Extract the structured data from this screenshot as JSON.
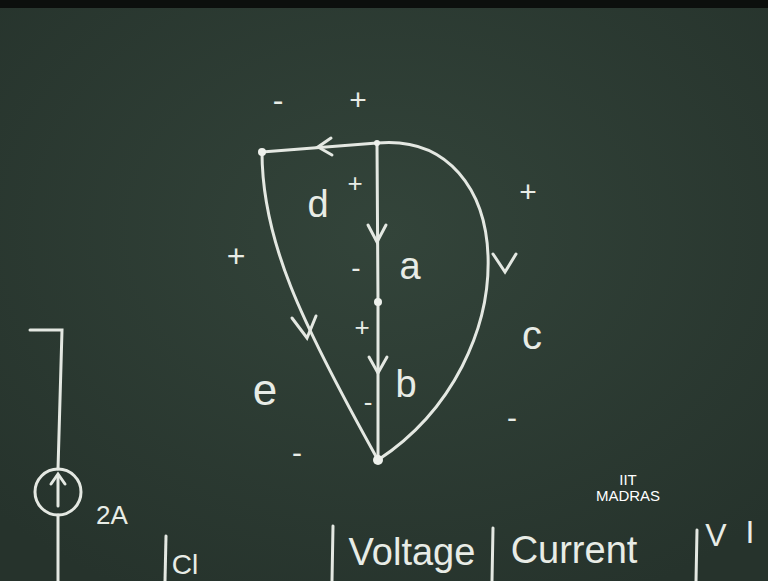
{
  "diagram": {
    "labels": [
      "-",
      "+",
      "d",
      "+",
      "a",
      "-",
      "+",
      "b",
      "-",
      "+",
      "e",
      "-",
      "+",
      "c",
      "-",
      "2A",
      "Cl",
      "Voltage",
      "Current",
      "V",
      "I",
      "IIT MADRAS"
    ]
  }
}
